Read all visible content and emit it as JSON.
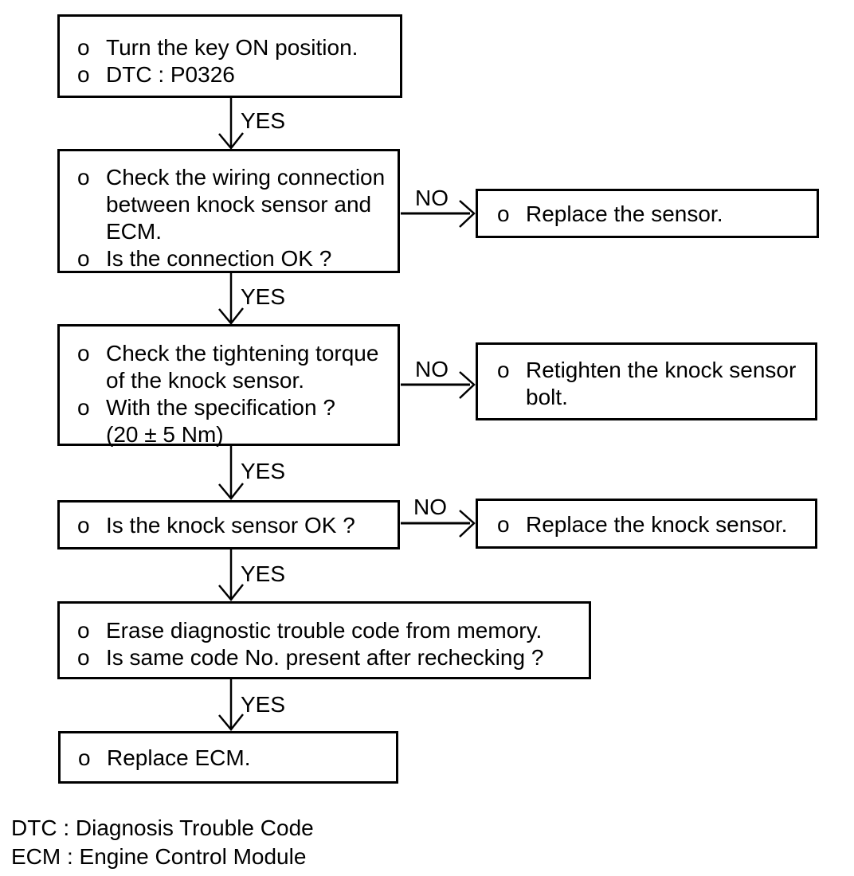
{
  "bullet": "o",
  "labels": {
    "yes": "YES",
    "no": "NO"
  },
  "nodes": {
    "step1": {
      "items": [
        "Turn the key ON position.",
        "DTC : P0326"
      ]
    },
    "step2": {
      "items": [
        "Check the wiring connection\nbetween knock sensor and\nECM.",
        "Is the connection OK ?"
      ]
    },
    "step3": {
      "items": [
        "Check the tightening torque\nof the knock sensor.",
        "With the specification ?\n(20 ± 5 Nm)"
      ]
    },
    "step4": {
      "items": [
        "Is the knock sensor OK ?"
      ]
    },
    "step5": {
      "items": [
        "Erase diagnostic trouble code from memory.",
        "Is same code No. present after rechecking ?"
      ]
    },
    "step6": {
      "items": [
        "Replace ECM."
      ]
    },
    "action1": {
      "items": [
        "Replace the sensor."
      ]
    },
    "action2": {
      "items": [
        "Retighten the knock sensor\nbolt."
      ]
    },
    "action3": {
      "items": [
        "Replace the knock sensor."
      ]
    }
  },
  "legend": {
    "line1": "DTC : Diagnosis Trouble Code",
    "line2": "ECM : Engine Control Module"
  }
}
